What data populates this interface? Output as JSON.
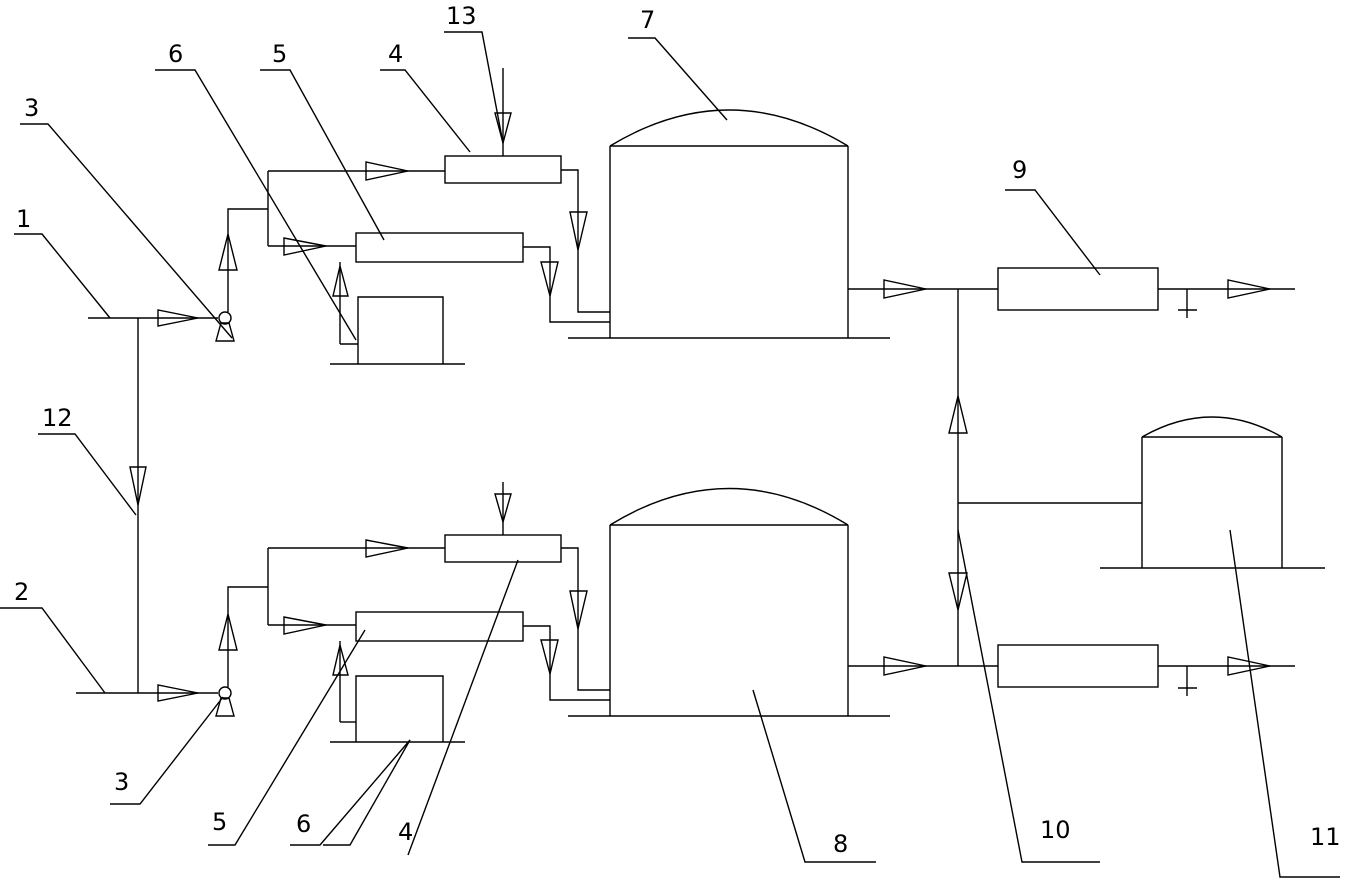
{
  "labels": {
    "l1": "1",
    "l2": "2",
    "l3_top": "3",
    "l3_bottom": "3",
    "l4_top": "4",
    "l4_bottom": "4",
    "l5_top": "5",
    "l5_bottom": "5",
    "l6_top": "6",
    "l6_bottom": "6",
    "l7": "7",
    "l8": "8",
    "l9": "9",
    "l10": "10",
    "l11": "11",
    "l12": "12",
    "l13": "13"
  },
  "colors": {
    "line": "#000000",
    "background": "#ffffff"
  }
}
